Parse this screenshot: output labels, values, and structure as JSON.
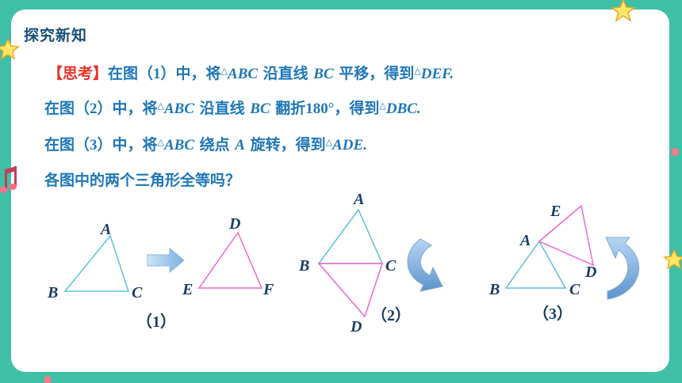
{
  "section_title": "探究新知",
  "lines": [
    {
      "parts": [
        {
          "t": "【思考】",
          "c": "hl"
        },
        {
          "t": "在图（",
          "c": ""
        },
        {
          "t": "1",
          "c": "n"
        },
        {
          "t": "）中，将",
          "c": ""
        },
        {
          "t": "△",
          "c": "tri"
        },
        {
          "t": "ABC",
          "c": "m"
        },
        {
          "t": " 沿直线 ",
          "c": ""
        },
        {
          "t": "BC",
          "c": "m"
        },
        {
          "t": " 平移，得到",
          "c": ""
        },
        {
          "t": "△",
          "c": "tri"
        },
        {
          "t": "DEF.",
          "c": "m"
        }
      ]
    },
    {
      "parts": [
        {
          "t": "在图（",
          "c": ""
        },
        {
          "t": "2",
          "c": "n"
        },
        {
          "t": "）中，将",
          "c": ""
        },
        {
          "t": "△",
          "c": "tri"
        },
        {
          "t": "ABC",
          "c": "m"
        },
        {
          "t": " 沿直线 ",
          "c": ""
        },
        {
          "t": "BC",
          "c": "m"
        },
        {
          "t": " 翻折",
          "c": ""
        },
        {
          "t": "180°",
          "c": "n"
        },
        {
          "t": "，得到",
          "c": ""
        },
        {
          "t": "△",
          "c": "tri"
        },
        {
          "t": "DBC.",
          "c": "m"
        }
      ]
    },
    {
      "parts": [
        {
          "t": "在图（",
          "c": ""
        },
        {
          "t": "3",
          "c": "n"
        },
        {
          "t": "）中，将",
          "c": ""
        },
        {
          "t": "△",
          "c": "tri"
        },
        {
          "t": "ABC",
          "c": "m"
        },
        {
          "t": " 绕点 ",
          "c": ""
        },
        {
          "t": "A",
          "c": "m"
        },
        {
          "t": " 旋转，得到",
          "c": ""
        },
        {
          "t": "△",
          "c": "tri"
        },
        {
          "t": "ADE.",
          "c": "m"
        }
      ]
    },
    {
      "parts": [
        {
          "t": "各图中的两个三角形全等吗？",
          "c": ""
        }
      ]
    }
  ],
  "figures": {
    "fig1": {
      "caption": "（1）",
      "A": "A",
      "B": "B",
      "C": "C",
      "D": "D",
      "E": "E",
      "F": "F"
    },
    "fig2": {
      "caption": "（2）",
      "A": "A",
      "B": "B",
      "C": "C",
      "D": "D"
    },
    "fig3": {
      "caption": "（3）",
      "A": "A",
      "B": "B",
      "C": "C",
      "D": "D",
      "E": "E"
    }
  },
  "colors": {
    "border": "#3fbfa6",
    "title": "#1a4f78",
    "text": "#1f77b8",
    "highlight": "#e8332a",
    "triangle_blue": "#5bc0de",
    "triangle_pink": "#ee66cc"
  },
  "icons": [
    "star-icon",
    "music-note-icon",
    "dot-icon",
    "right-arrow-icon",
    "curved-arrow-icon"
  ]
}
